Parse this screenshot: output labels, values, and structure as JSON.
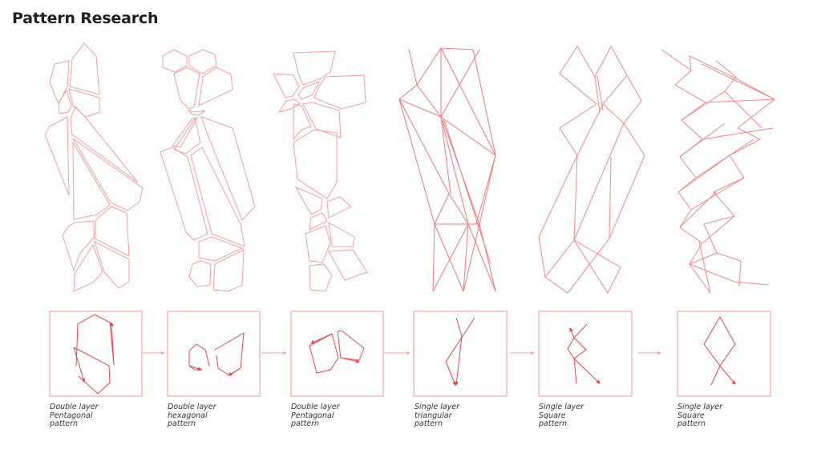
{
  "title": "Pattern Research",
  "colors": {
    "stroke": "#f08a8a",
    "strong": "#e8474c",
    "box": "#f4a9a9",
    "arrow": "#f3a3a3"
  },
  "steps": [
    {
      "line1": "Double layer",
      "line2": "Pentagonal",
      "line3": "pattern"
    },
    {
      "line1": "Double layer",
      "line2": "hexagonal",
      "line3": "pattern"
    },
    {
      "line1": "Double layer",
      "line2": "Pentagonal",
      "line3": "pattern"
    },
    {
      "line1": "Single layer",
      "line2": "triangular",
      "line3": "pattern"
    },
    {
      "line1": "Single layer",
      "line2": "Square",
      "line3": "pattern"
    },
    {
      "line1": "Single layer",
      "line2": "Square",
      "line3": "pattern"
    }
  ]
}
